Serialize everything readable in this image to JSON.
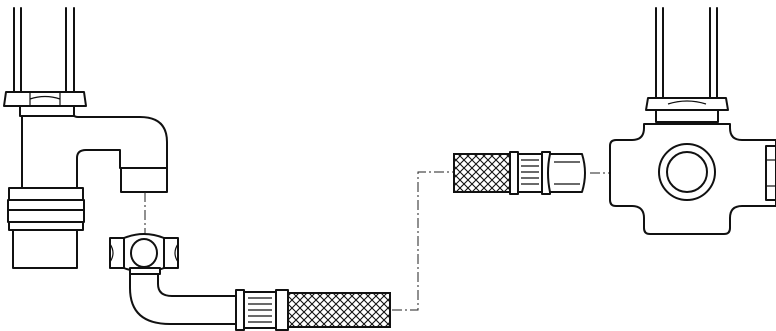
{
  "diagram": {
    "type": "exploded-assembly-line-drawing",
    "parts": [
      "faucet-valve-body",
      "faucet-hex-nut",
      "coupling-nut",
      "compression-sleeve",
      "elbow-tube",
      "braided-supply-hose-lower",
      "braided-supply-hose-upper",
      "hose-ferrule",
      "hex-fitting",
      "shutoff-valve-body",
      "shutoff-valve-port",
      "shutoff-valve-side-port"
    ],
    "labels": []
  },
  "colors": {
    "line": "#111111",
    "background": "#ffffff"
  }
}
